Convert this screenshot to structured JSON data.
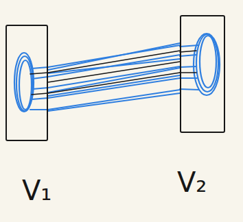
{
  "diagram": {
    "nodes": [
      {
        "text": [
          "V₁"
        ]
      },
      {
        "text": [
          "V₂"
        ]
      }
    ],
    "edges": [
      {
        "from": 0,
        "to": 1,
        "arrow": "none"
      }
    ]
  }
}
